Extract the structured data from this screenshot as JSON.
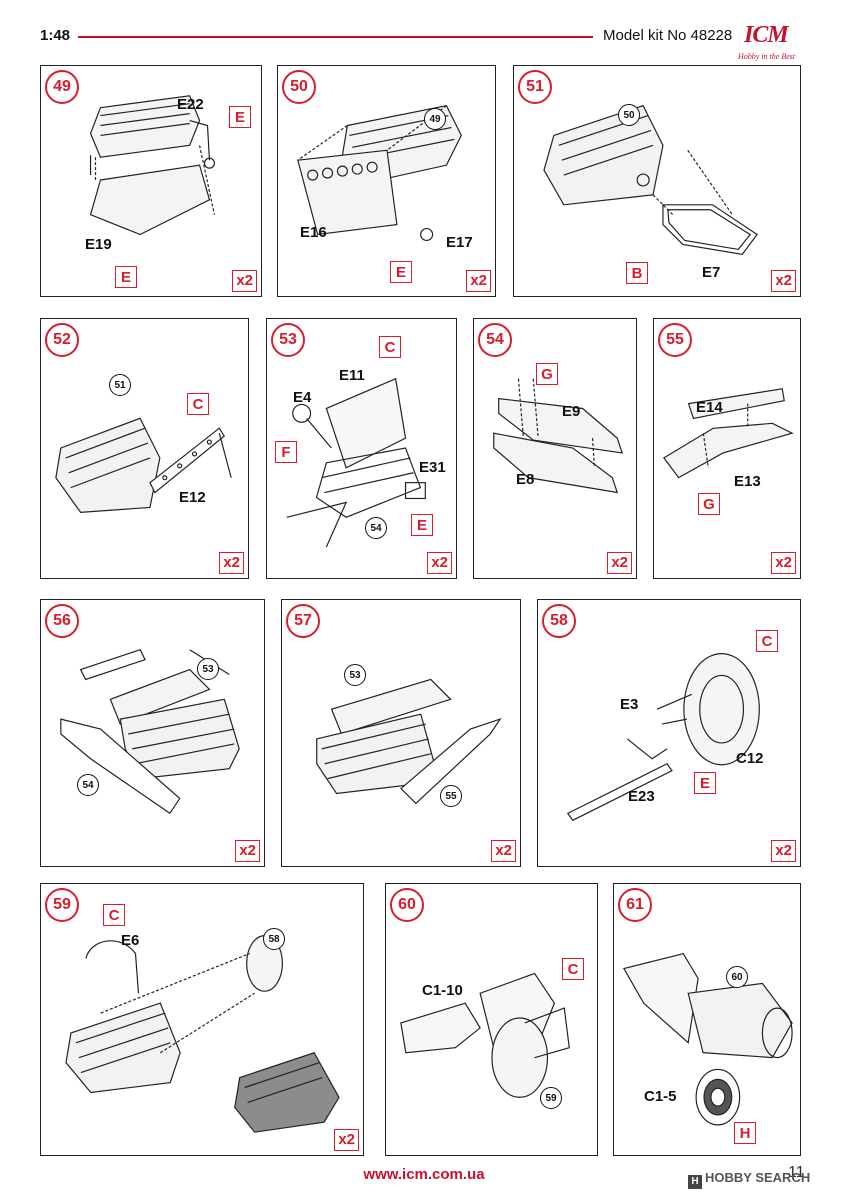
{
  "header": {
    "scale": "1:48",
    "kit": "Model kit No 48228",
    "logo": "ICM",
    "logo_tagline": "Hobby in the Best"
  },
  "steps": [
    {
      "num": "49",
      "qty": "x2",
      "parts": [
        "E22",
        "E19"
      ],
      "colors": [
        "E",
        "E"
      ],
      "refs": []
    },
    {
      "num": "50",
      "qty": "x2",
      "parts": [
        "E16",
        "E17"
      ],
      "colors": [
        "E"
      ],
      "refs": [
        "49"
      ]
    },
    {
      "num": "51",
      "qty": "x2",
      "parts": [
        "E7"
      ],
      "colors": [
        "B"
      ],
      "refs": [
        "50"
      ]
    },
    {
      "num": "52",
      "qty": "x2",
      "parts": [
        "E12"
      ],
      "colors": [
        "C"
      ],
      "refs": [
        "51"
      ]
    },
    {
      "num": "53",
      "qty": "x2",
      "parts": [
        "E11",
        "E4",
        "E31"
      ],
      "colors": [
        "C",
        "F",
        "E"
      ],
      "refs": [
        "54"
      ]
    },
    {
      "num": "54",
      "qty": "x2",
      "parts": [
        "E9",
        "E8"
      ],
      "colors": [
        "G"
      ],
      "refs": []
    },
    {
      "num": "55",
      "qty": "x2",
      "parts": [
        "E14",
        "E13"
      ],
      "colors": [
        "G"
      ],
      "refs": []
    },
    {
      "num": "56",
      "qty": "x2",
      "parts": [],
      "colors": [],
      "refs": [
        "53",
        "54"
      ]
    },
    {
      "num": "57",
      "qty": "x2",
      "parts": [],
      "colors": [],
      "refs": [
        "53",
        "55"
      ]
    },
    {
      "num": "58",
      "qty": "x2",
      "parts": [
        "E3",
        "C12",
        "E23"
      ],
      "colors": [
        "C",
        "E"
      ],
      "refs": []
    },
    {
      "num": "59",
      "qty": "x2",
      "parts": [
        "E6"
      ],
      "colors": [
        "C"
      ],
      "refs": [
        "58"
      ]
    },
    {
      "num": "60",
      "qty": "",
      "parts": [
        "C1-10"
      ],
      "colors": [
        "C"
      ],
      "refs": [
        "59"
      ]
    },
    {
      "num": "61",
      "qty": "",
      "parts": [
        "C1-5"
      ],
      "colors": [
        "H"
      ],
      "refs": [
        "60"
      ]
    }
  ],
  "footer": {
    "url": "www.icm.com.ua",
    "page": "11",
    "watermark": "HOBBY SEARCH",
    "watermark_mark": "H"
  }
}
